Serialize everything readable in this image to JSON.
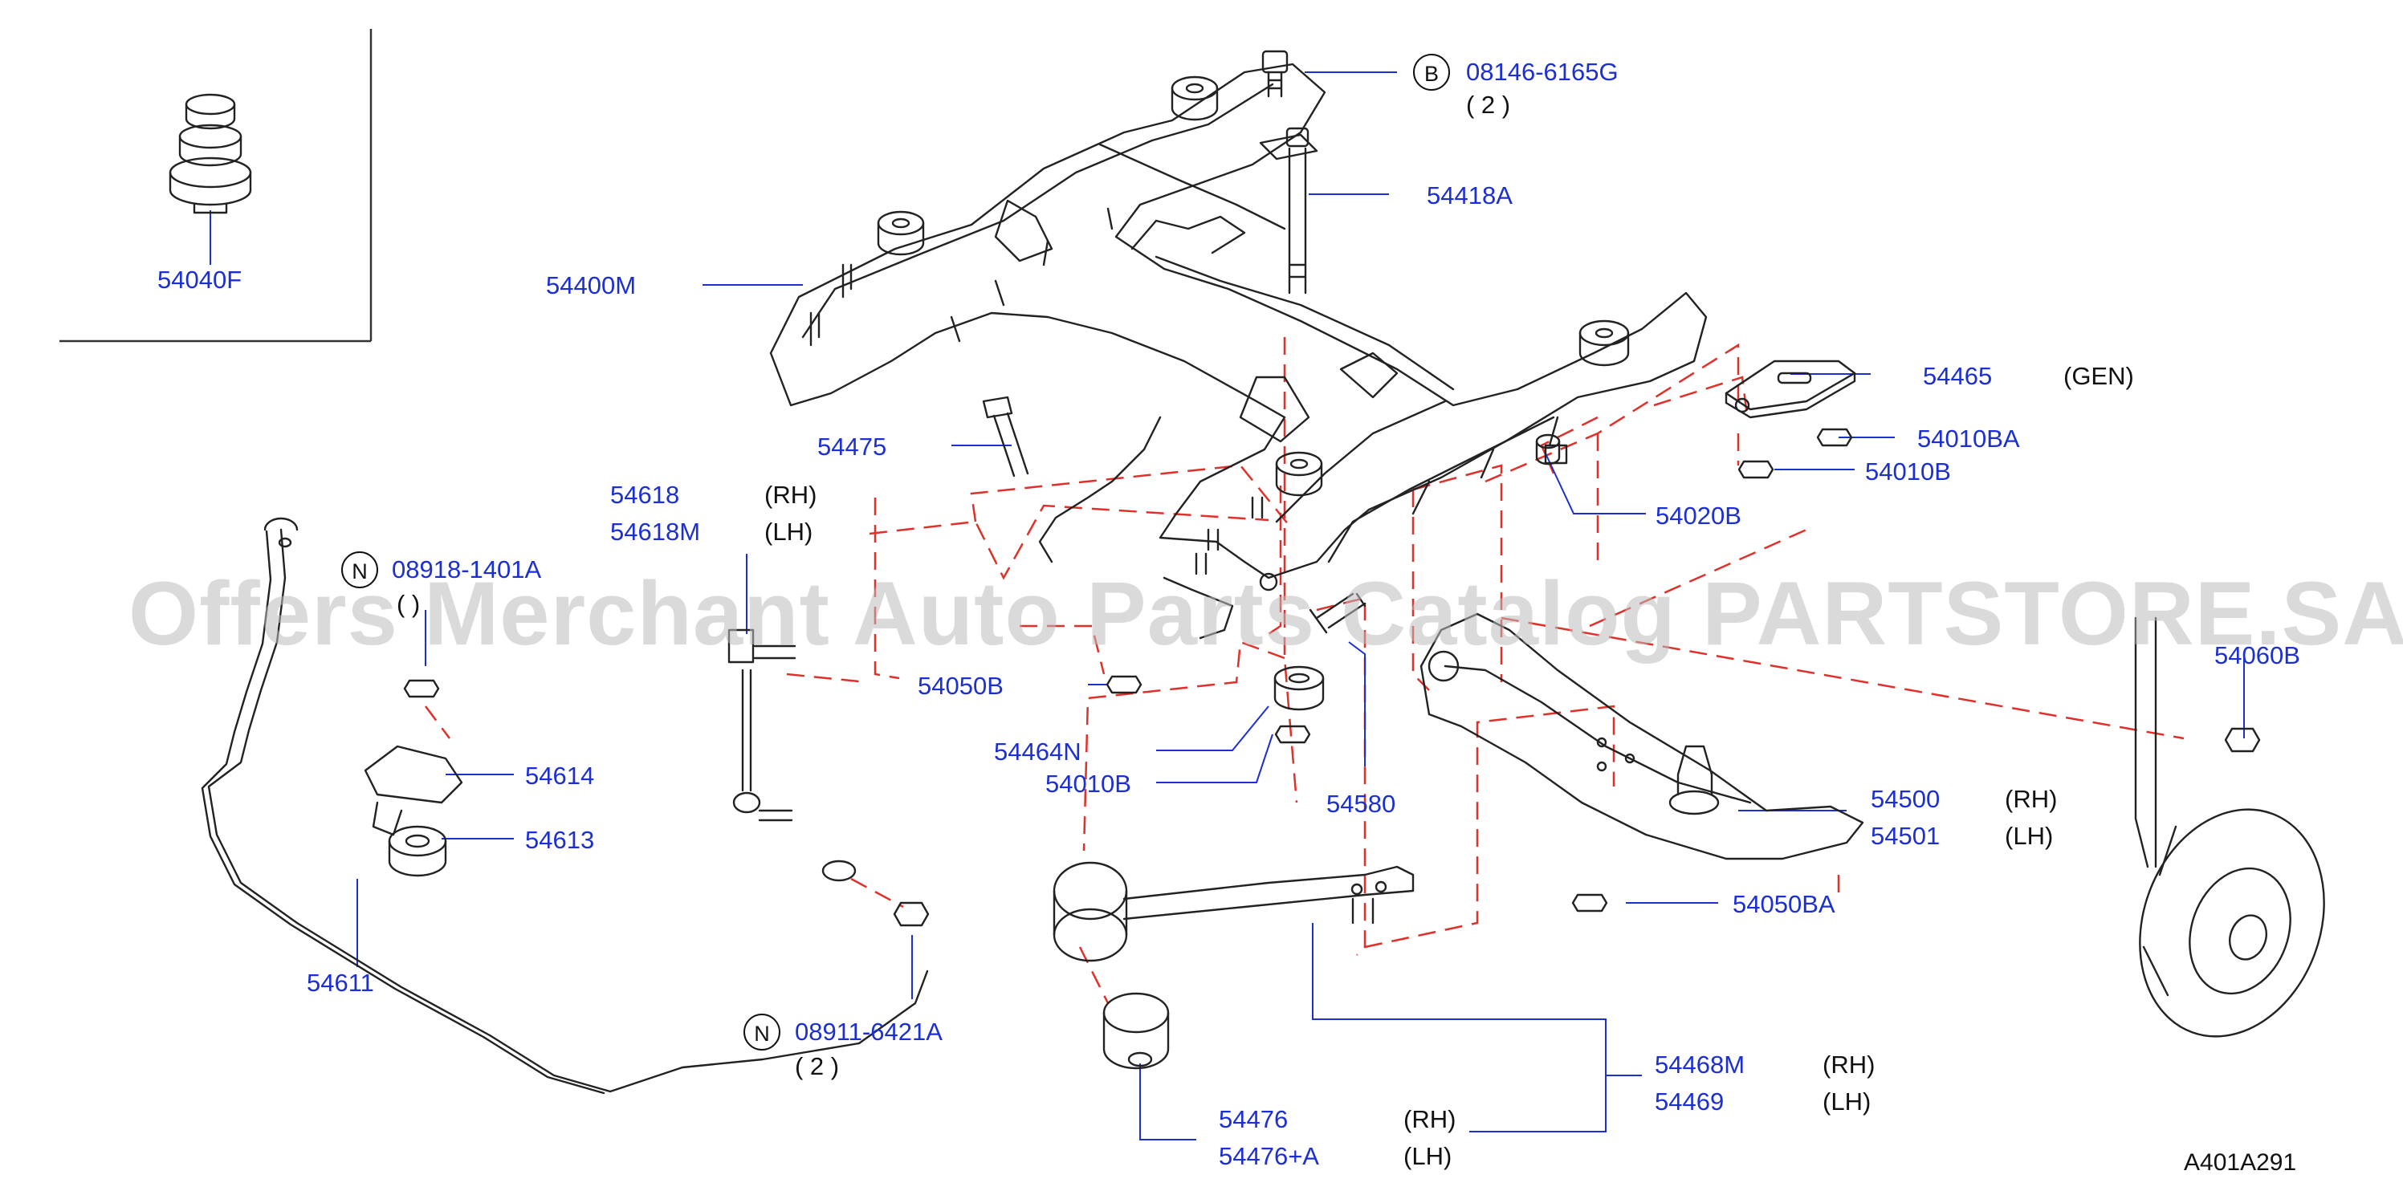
{
  "diagram_id": "A401A291",
  "watermark": "Offers Merchant Auto Parts Catalog PARTSTORE.SA",
  "callout_symbols": {
    "b": "B",
    "n1": "N",
    "n2": "N"
  },
  "parts": {
    "p54040F": "54040F",
    "p08146": "08146-6165G",
    "p08146_qty": "( 2 )",
    "p54418A": "54418A",
    "p54400M": "54400M",
    "p54465": "54465",
    "p54465_note": "(GEN)",
    "p54010BA": "54010BA",
    "p54010B_a": "54010B",
    "p54475": "54475",
    "p54020B": "54020B",
    "p54618": "54618",
    "p54618_side": "(RH)",
    "p54618M": "54618M",
    "p54618M_side": "(LH)",
    "p08918": "08918-1401A",
    "p08918_qty": "( )",
    "p54050B": "54050B",
    "p54060B": "54060B",
    "p54464N": "54464N",
    "p54010B_b": "54010B",
    "p54580": "54580",
    "p54614": "54614",
    "p54613": "54613",
    "p54500": "54500",
    "p54500_side": "(RH)",
    "p54501": "54501",
    "p54501_side": "(LH)",
    "p54050BA": "54050BA",
    "p54611": "54611",
    "p08911": "08911-6421A",
    "p08911_qty": "( 2 )",
    "p54468M": "54468M",
    "p54468M_side": "(RH)",
    "p54469": "54469",
    "p54469_side": "(LH)",
    "p54476": "54476",
    "p54476_side": "(RH)",
    "p54476A": "54476+A",
    "p54476A_side": "(LH)"
  },
  "colors": {
    "part_number": "#1c2fd1",
    "leader": "#1c2fd1",
    "dash": "#e0302a",
    "drawing": "#222222",
    "text": "#111111"
  }
}
